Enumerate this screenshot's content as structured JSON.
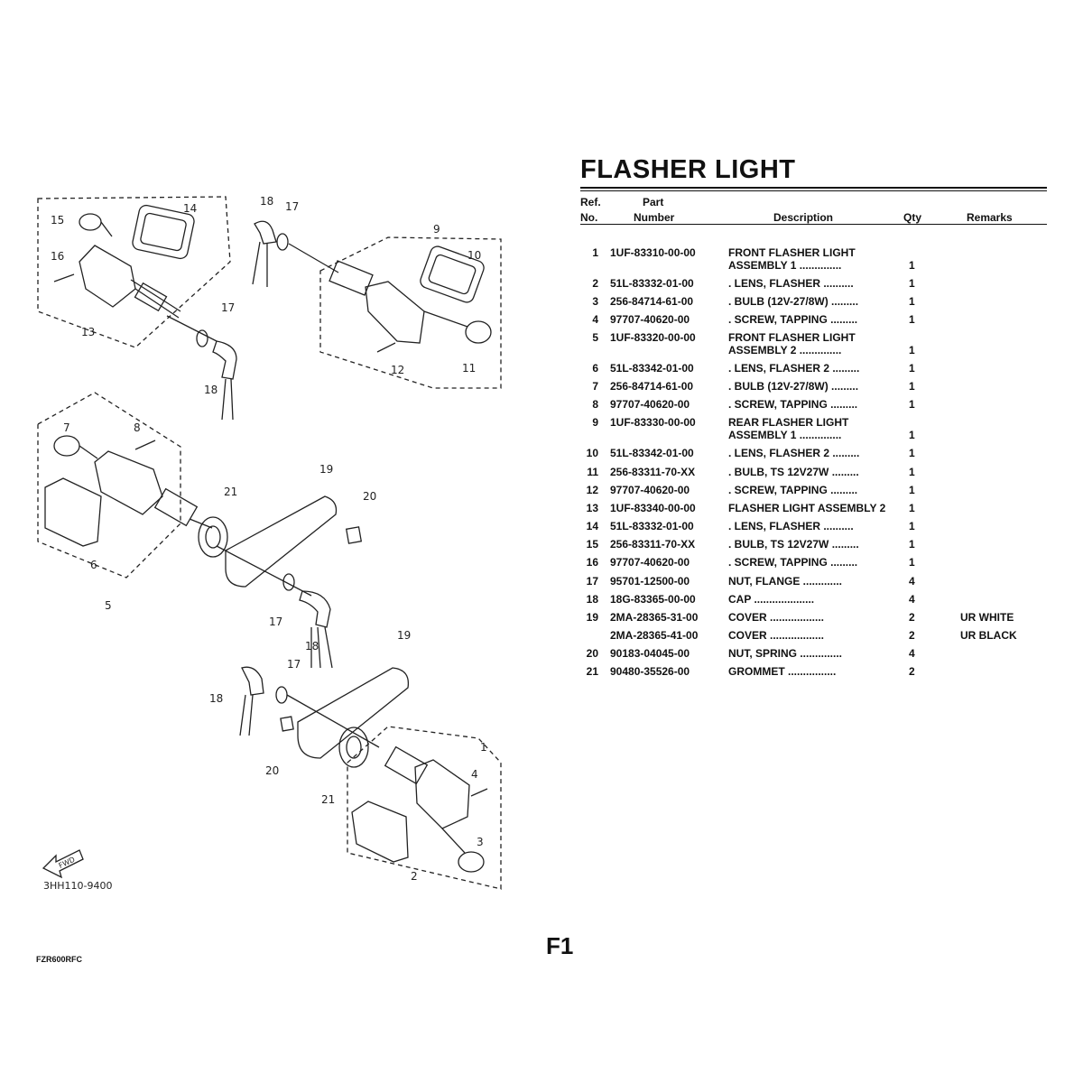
{
  "document": {
    "title": "FLASHER LIGHT",
    "page_id": "F1",
    "footer_code": "FZR600RFC",
    "diagram_ref": "3HH110-9400",
    "fwd_label": "FWD"
  },
  "table": {
    "headers": {
      "ref_line1": "Ref.",
      "ref_line2": "No.",
      "part_line1": "Part",
      "part_line2": "Number",
      "description": "Description",
      "qty": "Qty",
      "remarks": "Remarks"
    },
    "rows": [
      {
        "ref": "1",
        "part": "1UF-83310-00-00",
        "desc": "FRONT FLASHER LIGHT",
        "qty": "",
        "remarks": ""
      },
      {
        "ref": "",
        "part": "",
        "desc": "ASSEMBLY 1 ..............",
        "qty": "1",
        "remarks": ""
      },
      {
        "ref": "2",
        "part": "51L-83332-01-00",
        "desc": ". LENS, FLASHER  ..........",
        "qty": "1",
        "remarks": ""
      },
      {
        "ref": "3",
        "part": "256-84714-61-00",
        "desc": ". BULB (12V-27/8W)  .........",
        "qty": "1",
        "remarks": ""
      },
      {
        "ref": "4",
        "part": "97707-40620-00",
        "desc": ". SCREW, TAPPING  .........",
        "qty": "1",
        "remarks": ""
      },
      {
        "ref": "5",
        "part": "1UF-83320-00-00",
        "desc": "FRONT FLASHER LIGHT",
        "qty": "",
        "remarks": ""
      },
      {
        "ref": "",
        "part": "",
        "desc": "ASSEMBLY 2 ..............",
        "qty": "1",
        "remarks": ""
      },
      {
        "ref": "6",
        "part": "51L-83342-01-00",
        "desc": ". LENS, FLASHER 2 .........",
        "qty": "1",
        "remarks": ""
      },
      {
        "ref": "7",
        "part": "256-84714-61-00",
        "desc": ". BULB (12V-27/8W)  .........",
        "qty": "1",
        "remarks": ""
      },
      {
        "ref": "8",
        "part": "97707-40620-00",
        "desc": ". SCREW, TAPPING  .........",
        "qty": "1",
        "remarks": ""
      },
      {
        "ref": "9",
        "part": "1UF-83330-00-00",
        "desc": "REAR FLASHER LIGHT",
        "qty": "",
        "remarks": ""
      },
      {
        "ref": "",
        "part": "",
        "desc": "ASSEMBLY 1 ..............",
        "qty": "1",
        "remarks": ""
      },
      {
        "ref": "10",
        "part": "51L-83342-01-00",
        "desc": ". LENS, FLASHER 2 .........",
        "qty": "1",
        "remarks": ""
      },
      {
        "ref": "11",
        "part": "256-83311-70-XX",
        "desc": ". BULB, TS 12V27W  .........",
        "qty": "1",
        "remarks": ""
      },
      {
        "ref": "12",
        "part": "97707-40620-00",
        "desc": ". SCREW, TAPPING  .........",
        "qty": "1",
        "remarks": ""
      },
      {
        "ref": "13",
        "part": "1UF-83340-00-00",
        "desc": "FLASHER LIGHT ASSEMBLY 2",
        "qty": "1",
        "remarks": ""
      },
      {
        "ref": "14",
        "part": "51L-83332-01-00",
        "desc": ". LENS, FLASHER  ..........",
        "qty": "1",
        "remarks": ""
      },
      {
        "ref": "15",
        "part": "256-83311-70-XX",
        "desc": ". BULB, TS 12V27W  .........",
        "qty": "1",
        "remarks": ""
      },
      {
        "ref": "16",
        "part": "97707-40620-00",
        "desc": ". SCREW, TAPPING  .........",
        "qty": "1",
        "remarks": ""
      },
      {
        "ref": "17",
        "part": "95701-12500-00",
        "desc": "NUT, FLANGE  .............",
        "qty": "4",
        "remarks": ""
      },
      {
        "ref": "18",
        "part": "18G-83365-00-00",
        "desc": "CAP  ....................",
        "qty": "4",
        "remarks": ""
      },
      {
        "ref": "19",
        "part": "2MA-28365-31-00",
        "desc": "COVER  ..................",
        "qty": "2",
        "remarks": "UR WHITE"
      },
      {
        "ref": "",
        "part": "2MA-28365-41-00",
        "desc": "COVER  ..................",
        "qty": "2",
        "remarks": "UR BLACK"
      },
      {
        "ref": "20",
        "part": "90183-04045-00",
        "desc": "NUT, SPRING ..............",
        "qty": "4",
        "remarks": ""
      },
      {
        "ref": "21",
        "part": "90480-35526-00",
        "desc": "GROMMET ................",
        "qty": "2",
        "remarks": ""
      }
    ]
  },
  "diagram": {
    "callouts": [
      "1",
      "2",
      "3",
      "4",
      "5",
      "6",
      "7",
      "8",
      "9",
      "10",
      "11",
      "12",
      "13",
      "14",
      "15",
      "16",
      "17",
      "18",
      "19",
      "20",
      "21"
    ]
  }
}
